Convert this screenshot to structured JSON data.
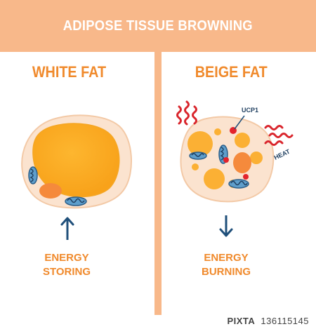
{
  "header": {
    "title": "ADIPOSE TISSUE BROWNING"
  },
  "white_fat": {
    "heading": "WHITE FAT",
    "caption_line1": "ENERGY",
    "caption_line2": "STORING"
  },
  "beige_fat": {
    "heading": "BEIGE FAT",
    "caption_line1": "ENERGY",
    "caption_line2": "BURNING",
    "ucp1_label": "UCP1",
    "heat_label": "HEAT"
  },
  "watermark": {
    "brand": "PIXTA",
    "id": "136115145"
  },
  "colors": {
    "accent": "#f08a2c",
    "banner": "#f8b88a",
    "cell_outer": "#fbe3cf",
    "lipid": "#fbb034",
    "nucleus": "#f58a3c",
    "mito": "#2c5f8a",
    "heat": "#d9252c",
    "ucp1": "#e3232c",
    "arrow": "#1f4f7a"
  }
}
